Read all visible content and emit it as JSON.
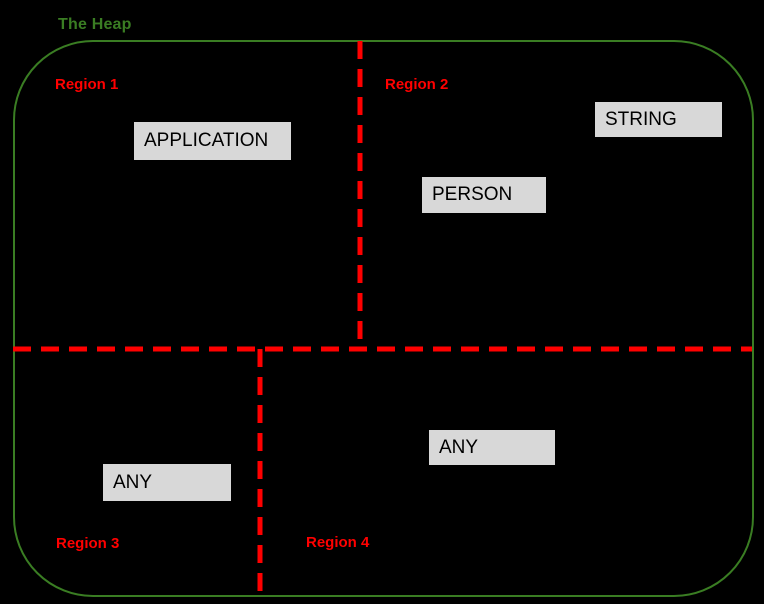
{
  "title": {
    "label": "The Heap"
  },
  "colors": {
    "background": "#000000",
    "heap_border": "#3a7d23",
    "heap_title": "#3a7d23",
    "region_line": "#ff0000",
    "region_label": "#ff0000",
    "node_fill": "#d8d8d8",
    "node_border": "#000000",
    "node_text": "#000000"
  },
  "regions": [
    {
      "label": "Region 1"
    },
    {
      "label": "Region 2"
    },
    {
      "label": "Region 3"
    },
    {
      "label": "Region 4"
    }
  ],
  "nodes": [
    {
      "label": "APPLICATION",
      "region": "Region 1"
    },
    {
      "label": "STRING",
      "region": "Region 2"
    },
    {
      "label": "PERSON",
      "region": "Region 2"
    },
    {
      "label": "ANY",
      "region": "Region 3"
    },
    {
      "label": "ANY",
      "region": "Region 4"
    }
  ]
}
